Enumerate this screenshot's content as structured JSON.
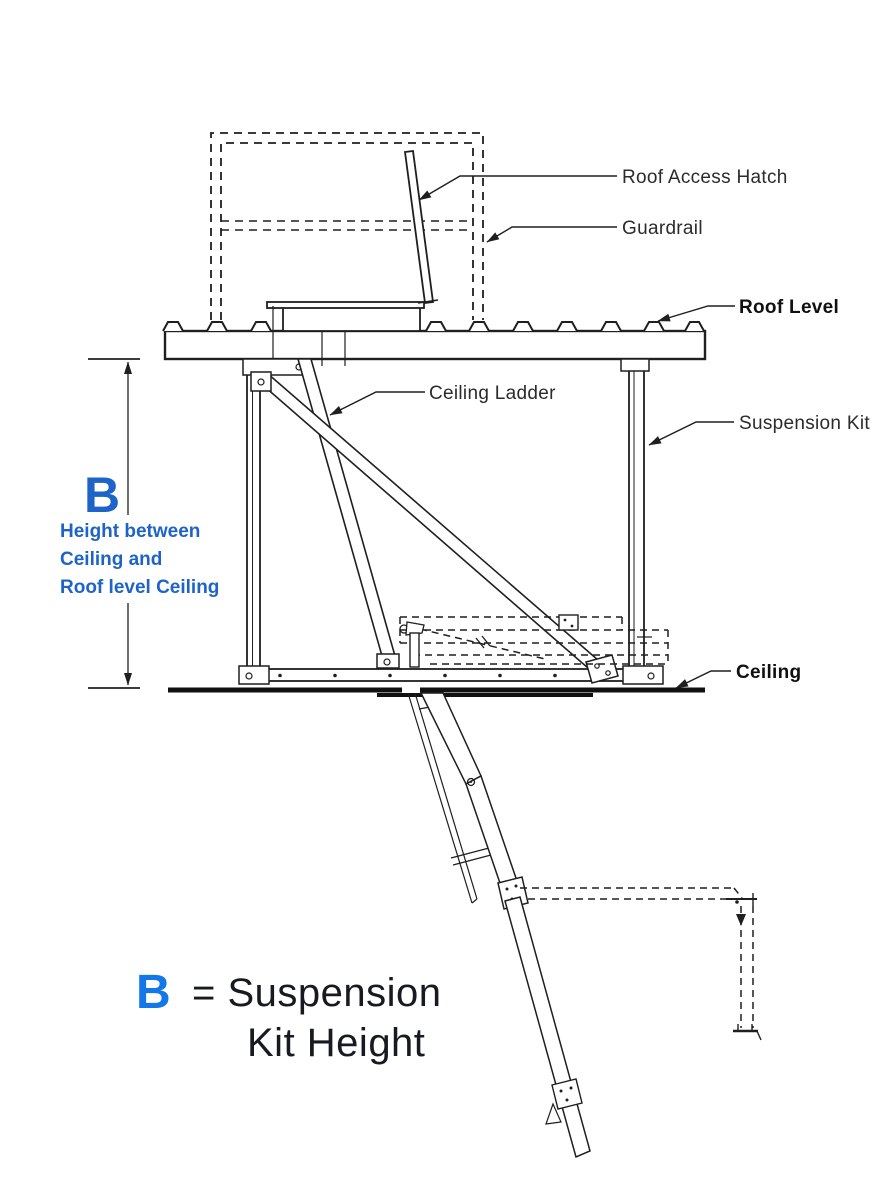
{
  "drawing": {
    "labels": {
      "roof_access_hatch": "Roof Access Hatch",
      "guardrail": "Guardrail",
      "roof_level": "Roof Level",
      "ceiling_ladder": "Ceiling Ladder",
      "suspension_kit": "Suspension Kit",
      "ceiling": "Ceiling"
    },
    "dimension_b": {
      "letter": "B",
      "line1": "Height between",
      "line2": "Ceiling and",
      "line3": "Roof level Ceiling"
    },
    "legend": {
      "letter": "B",
      "line1": "= Suspension",
      "line2": "Kit Height"
    },
    "colors": {
      "dimension_blue": "#1e64c8",
      "legend_blue": "#1477e8",
      "ink": "#1f1f1f",
      "legend_text": "#171a21"
    }
  }
}
